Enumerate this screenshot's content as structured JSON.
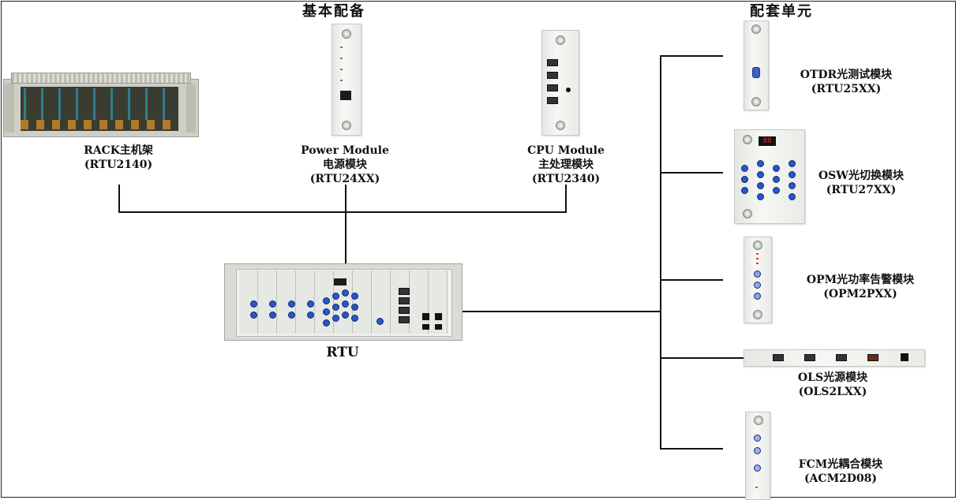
{
  "headers": {
    "basic": "基本配备",
    "optional": "配套单元"
  },
  "basic_units": [
    {
      "id": "rack",
      "line1": "RACK主机架",
      "line2": "(RTU2140)"
    },
    {
      "id": "power",
      "line1": "Power Module",
      "line2": "电源模块",
      "line3": "(RTU24XX)"
    },
    {
      "id": "cpu",
      "line1": "CPU Module",
      "line2": "主处理模块",
      "line3": "(RTU2340)"
    }
  ],
  "center": {
    "label": "RTU"
  },
  "optional_units": [
    {
      "id": "otdr",
      "line1": "OTDR光测试模块",
      "line2": "(RTU25XX)"
    },
    {
      "id": "osw",
      "line1": "OSW光切换模块",
      "line2": "(RTU27XX)"
    },
    {
      "id": "opm",
      "line1": "OPM光功率告警模块",
      "line2": "(OPM2PXX)"
    },
    {
      "id": "ols",
      "line1": "OLS光源模块",
      "line2": "(OLS2LXX)"
    },
    {
      "id": "fcm",
      "line1": "FCM光耦合模块",
      "line2": "(ACM2D08)"
    }
  ]
}
